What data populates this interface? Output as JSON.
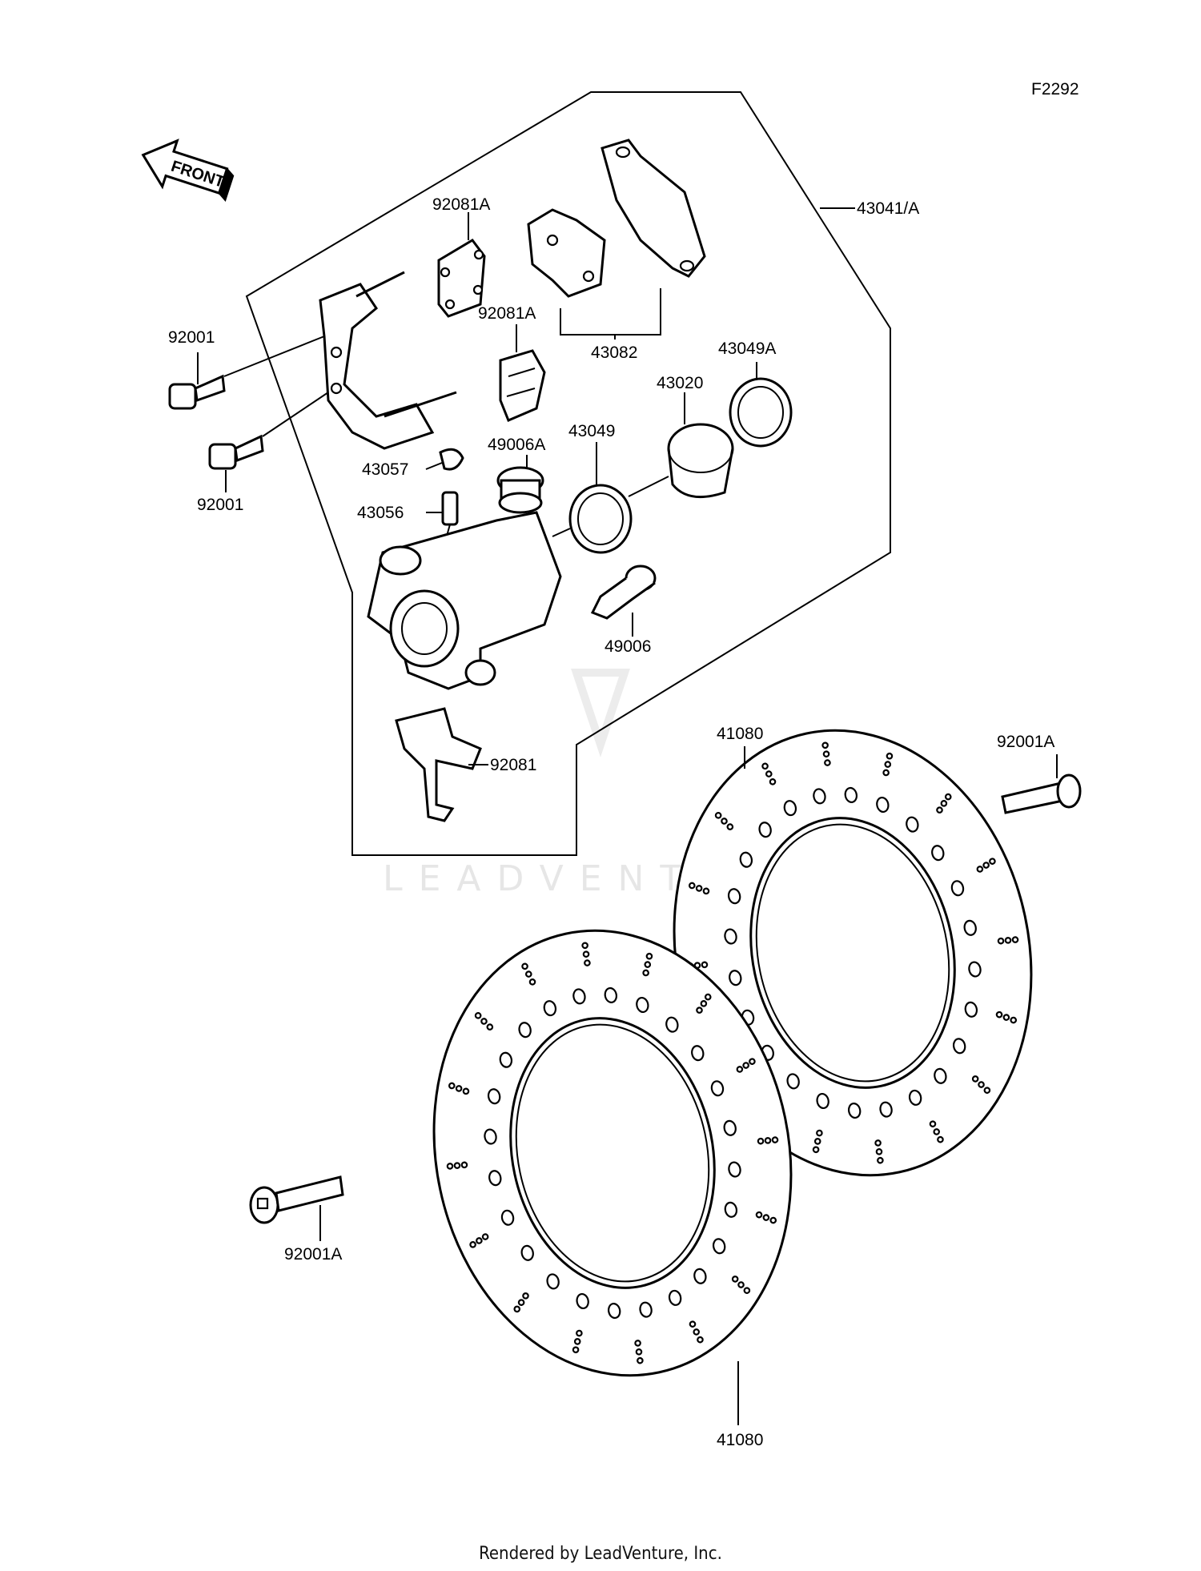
{
  "figure_code": "F2292",
  "front_arrow_label": "FRONT",
  "watermark": "LEADVENTURE",
  "footer": "Rendered by LeadVenture, Inc.",
  "parts": {
    "caliper_assy": "43041/A",
    "pad_spring_a_top": "92081A",
    "pad_spring_a": "92081A",
    "pads": "43082",
    "seal_a": "43049A",
    "piston": "43020",
    "bolt_upper": "92001",
    "bolt_lower": "92001",
    "boot": "49006A",
    "seal": "43049",
    "cap": "43057",
    "bleed_valve": "43056",
    "pin": "49006",
    "pad_spring": "92081",
    "disc_rear": "41080",
    "disc_front": "41080",
    "disc_bolt_right": "92001A",
    "disc_bolt_left": "92001A"
  }
}
